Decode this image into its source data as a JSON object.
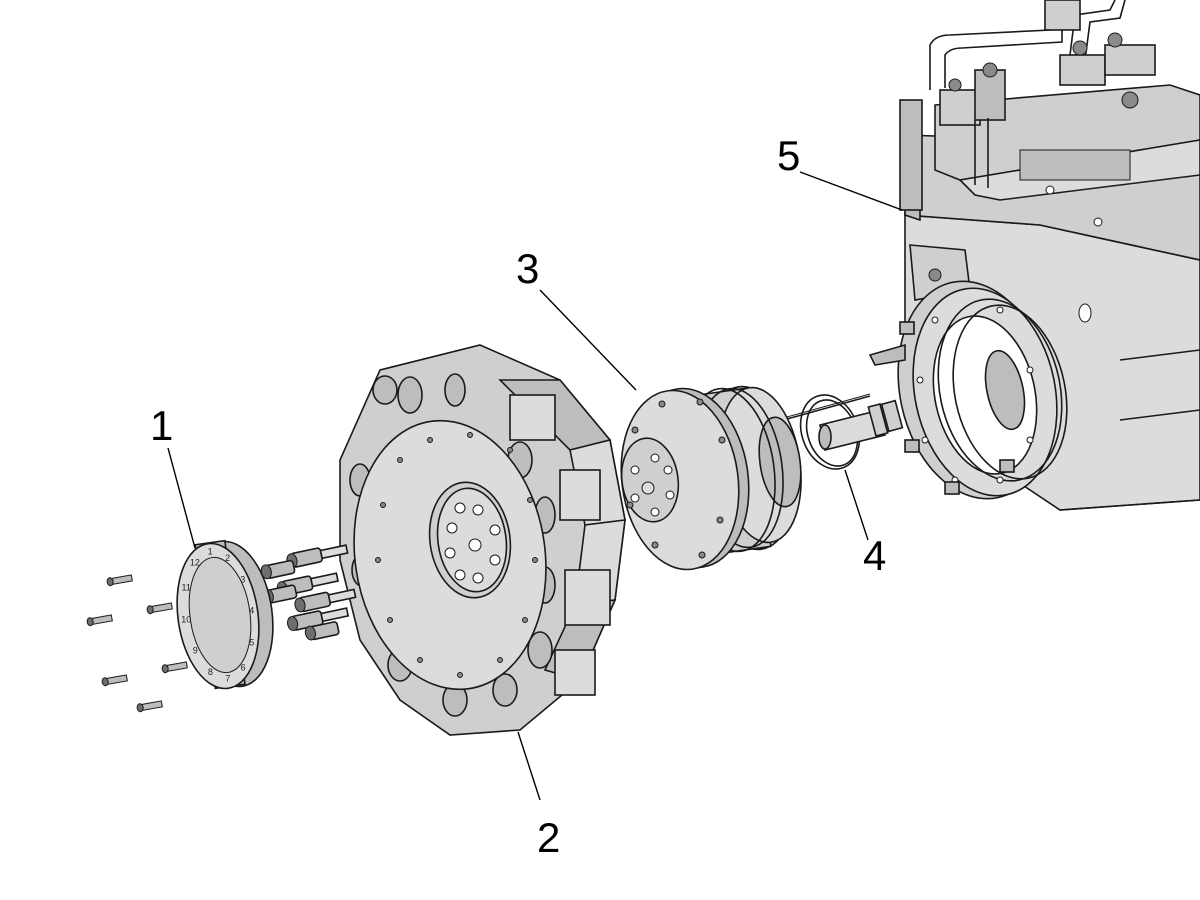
{
  "figure": {
    "type": "exploded assembly diagram",
    "callouts": [
      {
        "id": "1",
        "label": "1"
      },
      {
        "id": "2",
        "label": "2"
      },
      {
        "id": "3",
        "label": "3"
      },
      {
        "id": "4",
        "label": "4"
      },
      {
        "id": "5",
        "label": "5"
      }
    ],
    "dial_numbers": [
      "1",
      "2",
      "3",
      "4",
      "5",
      "6",
      "7",
      "8",
      "9",
      "10",
      "11",
      "12"
    ],
    "colors": {
      "line": "#1a1a1a",
      "face_light": "#dcdcdc",
      "face_mid": "#cfcfcf",
      "face_dark": "#bdbdbd",
      "hole": "#8a8a8a",
      "background": "#ffffff"
    }
  }
}
